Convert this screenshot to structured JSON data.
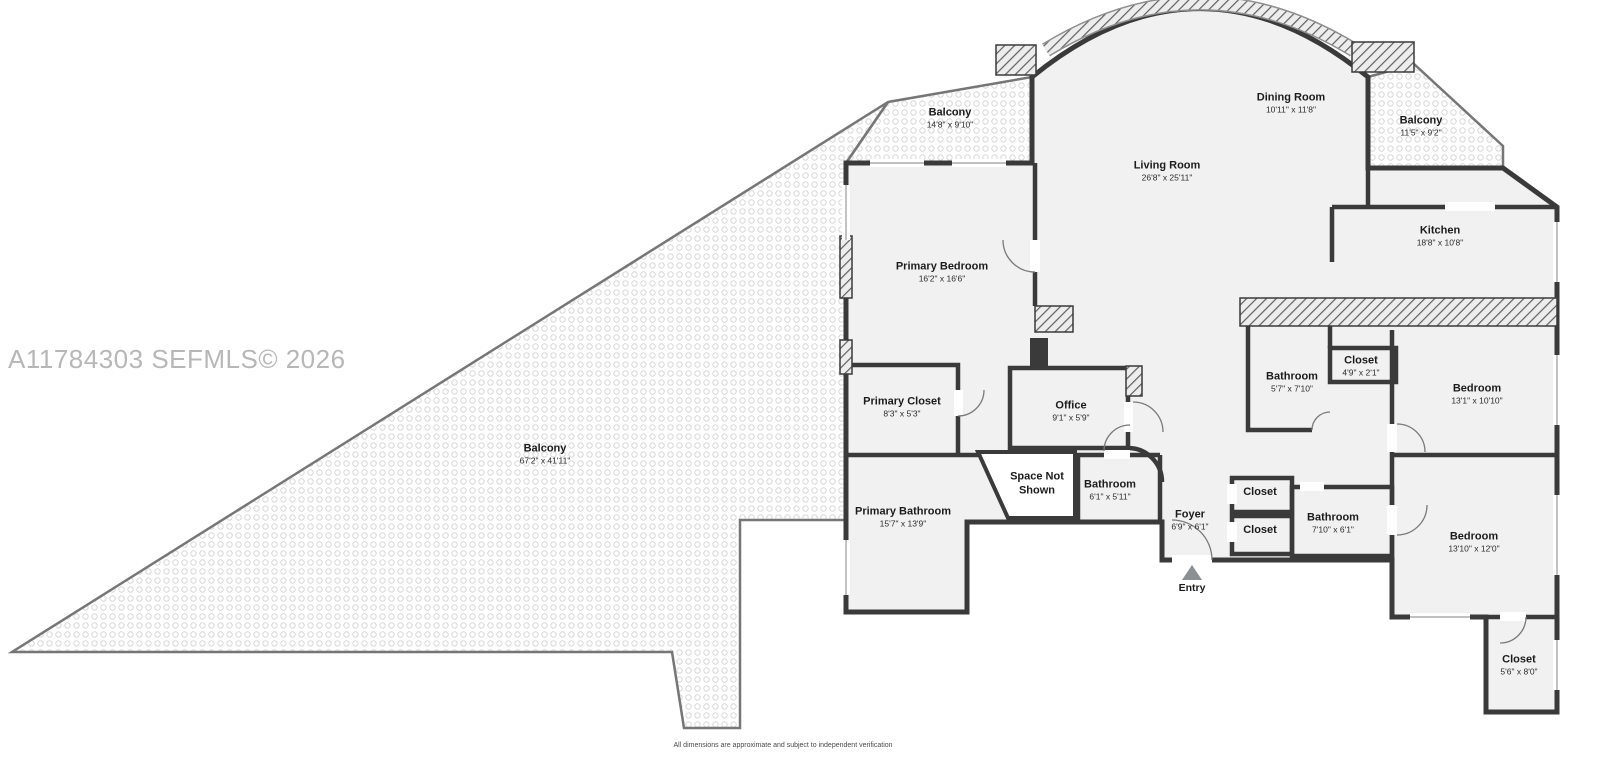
{
  "watermark": "A11784303  SEFMLS© 2026",
  "disclaimer": "All dimensions are approximate and subject to independent verification",
  "entry": {
    "label": "Entry"
  },
  "colors": {
    "wall": "#3a3a3a",
    "floor": "#f1f1f1",
    "balcony_line": "#767676"
  },
  "rooms": [
    {
      "name": "Balcony",
      "dims": "14'8\" x 9'10\""
    },
    {
      "name": "Dining Room",
      "dims": "10'11\" x 11'8\""
    },
    {
      "name": "Balcony",
      "dims": "11'5\" x 9'2\""
    },
    {
      "name": "Living Room",
      "dims": "26'8\" x 25'11\""
    },
    {
      "name": "Kitchen",
      "dims": "18'8\" x 10'8\""
    },
    {
      "name": "Primary Bedroom",
      "dims": "16'2\" x 16'6\""
    },
    {
      "name": "Primary Closet",
      "dims": "8'3\" x 5'3\""
    },
    {
      "name": "Office",
      "dims": "9'1\" x 5'9\""
    },
    {
      "name": "Bathroom",
      "dims": "5'7\" x 7'10\""
    },
    {
      "name": "Closet",
      "dims": "4'9\" x 2'1\""
    },
    {
      "name": "Bedroom",
      "dims": "13'1\" x 10'10\""
    },
    {
      "name": "Balcony",
      "dims": "67'2\" x 41'11\""
    },
    {
      "name": "Space Not Shown",
      "dims": ""
    },
    {
      "name": "Bathroom",
      "dims": "6'1\" x 5'11\""
    },
    {
      "name": "Primary Bathroom",
      "dims": "15'7\" x 13'9\""
    },
    {
      "name": "Foyer",
      "dims": "6'9\" x 6'1\""
    },
    {
      "name": "Closet",
      "dims": ""
    },
    {
      "name": "Closet",
      "dims": ""
    },
    {
      "name": "Bathroom",
      "dims": "7'10\" x 6'1\""
    },
    {
      "name": "Bedroom",
      "dims": "13'10\" x 12'0\""
    },
    {
      "name": "Closet",
      "dims": "5'6\" x 8'0\""
    }
  ]
}
